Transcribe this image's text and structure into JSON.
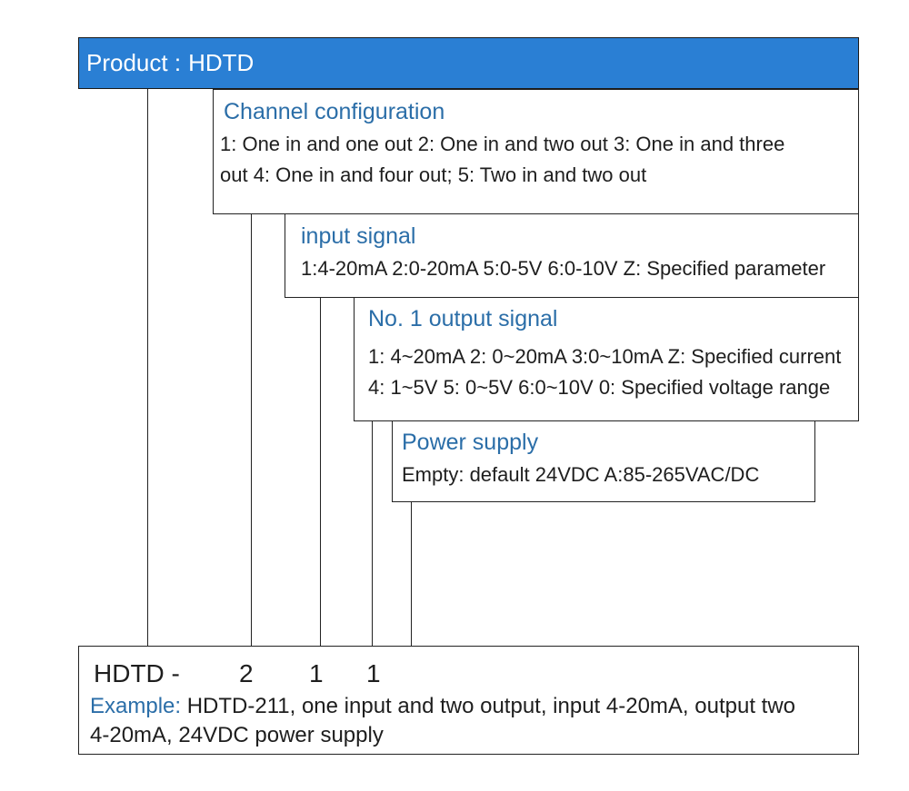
{
  "product": {
    "label": "Product :",
    "value": "HDTD"
  },
  "sections": [
    {
      "title": "Channel configuration",
      "lines": [
        "1: One in and one out 2: One in and two out 3: One in and three",
        "out 4: One in and four out; 5: Two in and two out"
      ]
    },
    {
      "title": "input signal",
      "lines": [
        "1:4-20mA 2:0-20mA 5:0-5V 6:0-10V Z: Specified parameter"
      ]
    },
    {
      "title": "No. 1 output signal",
      "lines": [
        "1: 4~20mA 2: 0~20mA 3:0~10mA Z: Specified current",
        "4: 1~5V 5: 0~5V 6:0~10V 0: Specified voltage range"
      ]
    },
    {
      "title": "Power supply",
      "lines": [
        "Empty: default 24VDC A:85-265VAC/DC"
      ]
    }
  ],
  "model_code": {
    "prefix": "HDTD -",
    "digits": [
      "2",
      "1",
      "1"
    ]
  },
  "example": {
    "label": "Example:",
    "text": " HDTD-211, one input and two output, input 4-20mA, output two",
    "text2": "4-20mA, 24VDC power supply"
  }
}
